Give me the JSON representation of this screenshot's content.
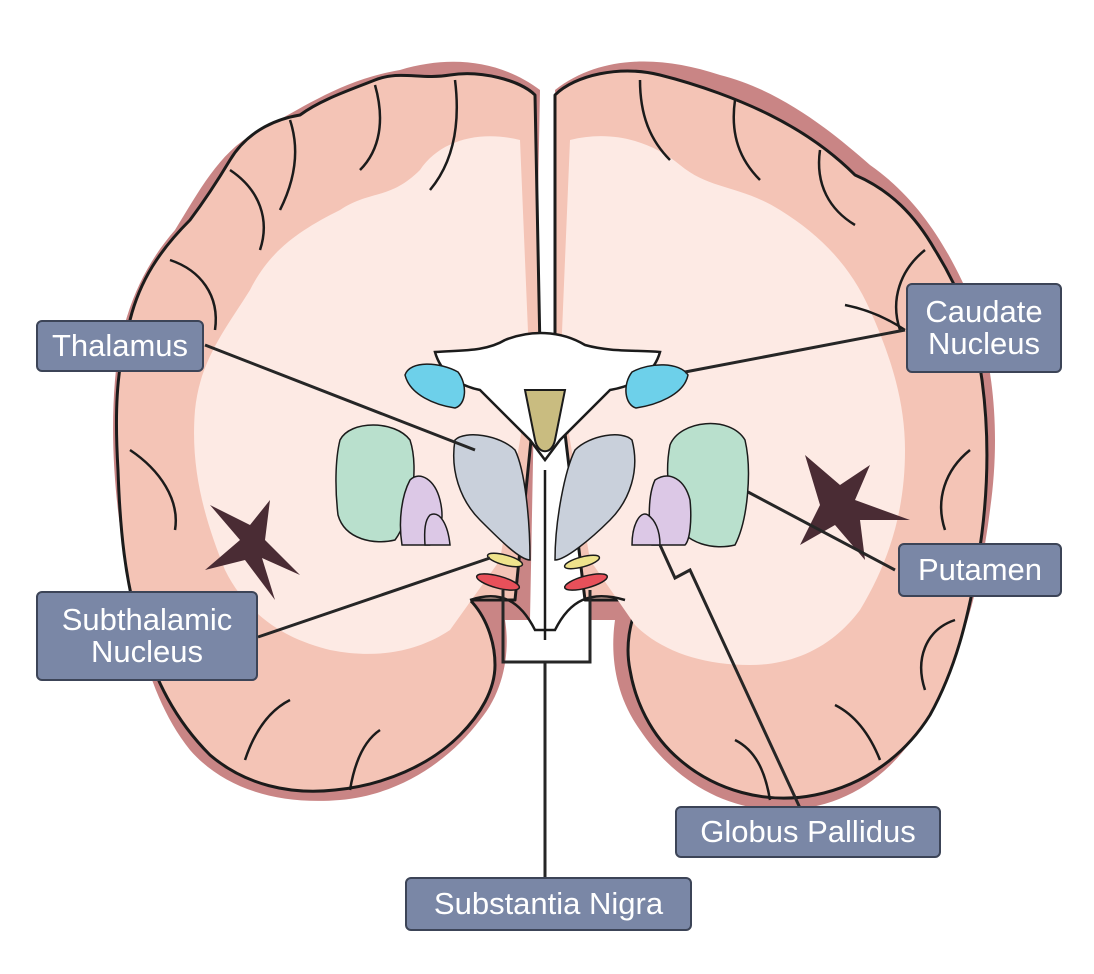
{
  "colors": {
    "cortex_shadow": "#c98585",
    "cortex_fill": "#f4c4b6",
    "white_matter": "#fdeae4",
    "outline": "#1b1b1b",
    "caudate": "#6dd0ea",
    "thalamus": "#c9d0db",
    "putamen": "#b9e0cd",
    "globus_pallidus": "#dcc8e6",
    "subthalamic": "#efe38c",
    "substantia_nigra": "#e8505a",
    "ventricle": "#c9bc80",
    "label_bg": "#7a87a6",
    "leader": "#262626"
  },
  "labels": {
    "thalamus": "Thalamus",
    "caudate_line1": "Caudate",
    "caudate_line2": "Nucleus",
    "putamen": "Putamen",
    "subthalamic_line1": "Subthalamic",
    "subthalamic_line2": "Nucleus",
    "globus_pallidus": "Globus Pallidus",
    "substantia_nigra": "Substantia Nigra"
  }
}
